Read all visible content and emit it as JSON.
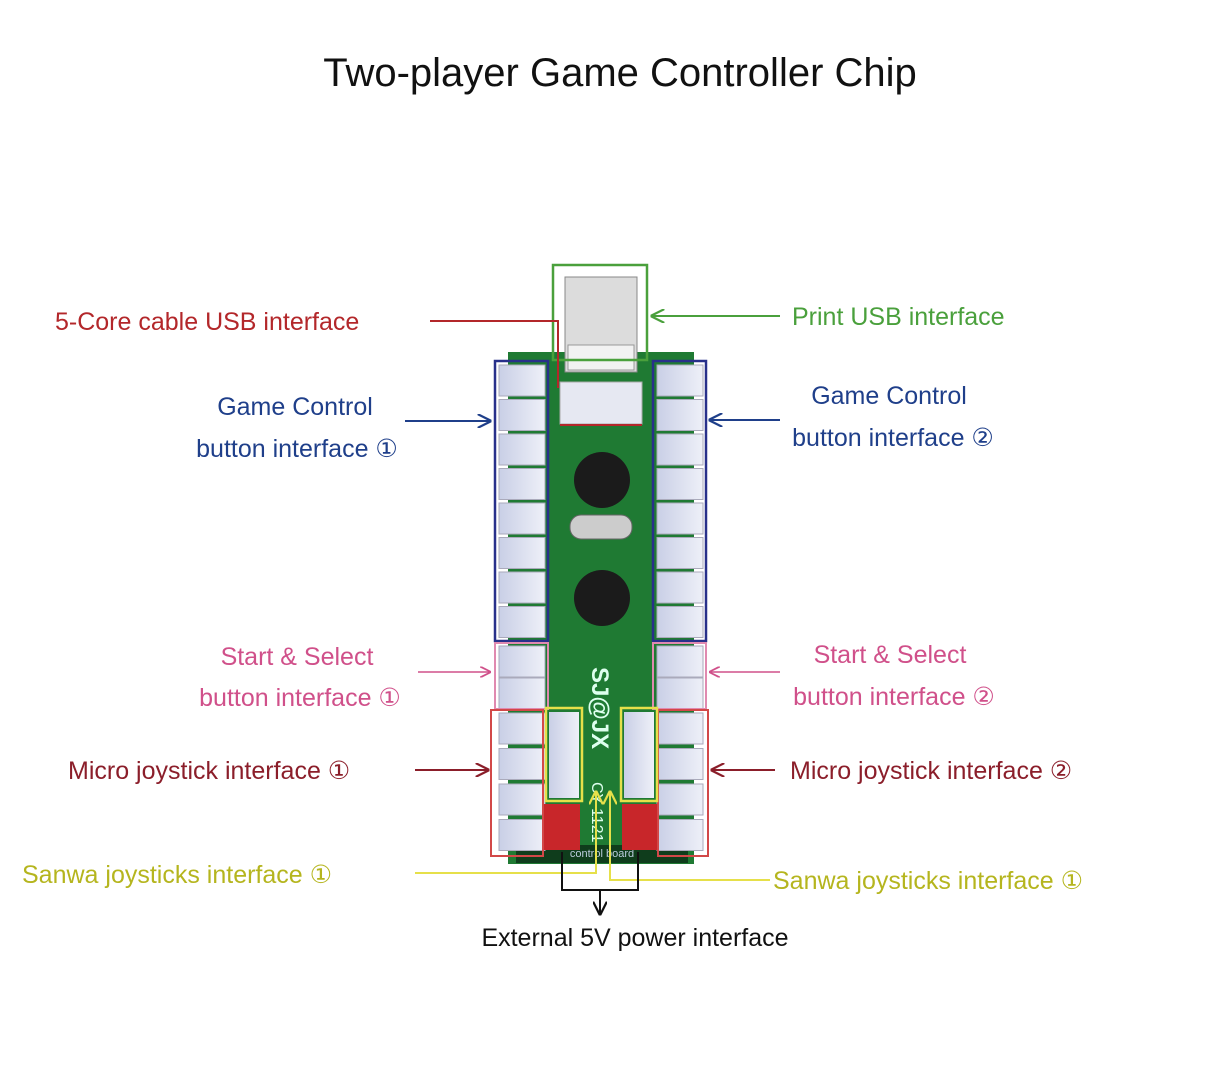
{
  "title": "Two-player Game Controller Chip",
  "board": {
    "brand": "SJ@JX",
    "model": "CY-1121",
    "bottom_text": "control board"
  },
  "labels": {
    "usb_5core": "5-Core cable USB interface",
    "print_usb": "Print USB interface",
    "game_control_1_line1": "Game Control",
    "game_control_1_line2": "button interface ①",
    "game_control_2_line1": "Game Control",
    "game_control_2_line2": "button interface ②",
    "start_select_1_line1": "Start & Select",
    "start_select_1_line2": "button interface ①",
    "start_select_2_line1": "Start & Select",
    "start_select_2_line2": "button interface ②",
    "micro_joystick_1": "Micro joystick interface ①",
    "micro_joystick_2": "Micro joystick interface ②",
    "sanwa_1": "Sanwa joysticks interface ①",
    "sanwa_2": "Sanwa joysticks interface ①",
    "external_power": "External 5V power interface"
  },
  "colors": {
    "usb_5core": "#b3272a",
    "print_usb": "#4aa03c",
    "game_control": "#1f3f8a",
    "start_select": "#d0508a",
    "micro_joystick": "#8b1e2a",
    "sanwa": "#b5b51e",
    "power": "#111111",
    "pcb": "#1f7a33"
  }
}
